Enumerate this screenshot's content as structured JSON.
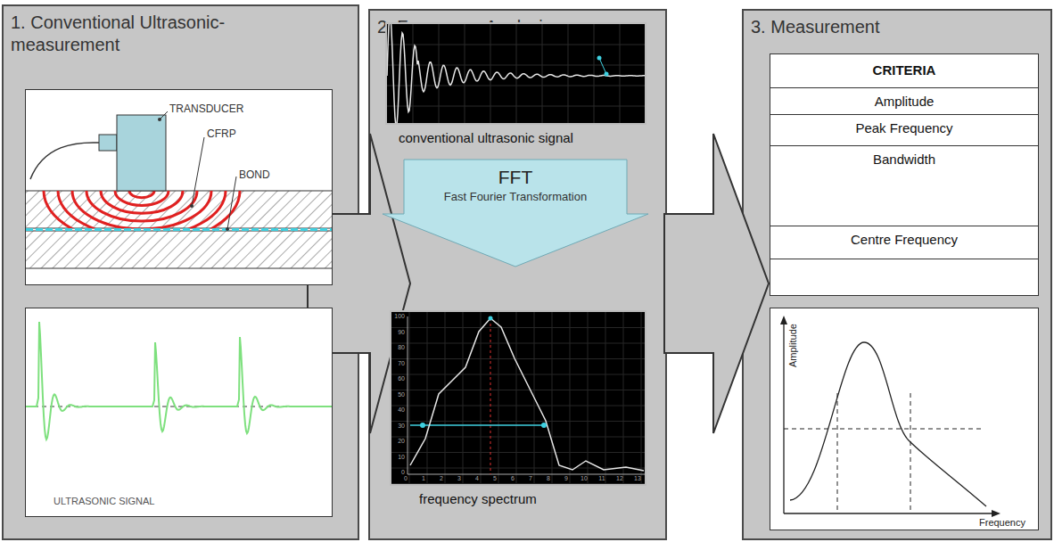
{
  "diagram": {
    "nodes": [
      {
        "text": [
          "1. Conventional Ultrasonic-measurement"
        ]
      },
      {
        "text": [
          "2. Frequency Analysis"
        ]
      },
      {
        "text": [
          "3. Measurement"
        ]
      },
      {
        "text": [
          "FFT",
          "Fast Fourier Transformation"
        ],
        "in": 1
      },
      {
        "text": [
          "CRITERIA",
          "Amplitude",
          "Peak Frequency",
          "Bandwidth",
          "Centre Frequency"
        ],
        "in": 2
      }
    ],
    "edges": [
      {
        "from": 0,
        "to": 1,
        "arrow": "to"
      },
      {
        "from": 1,
        "to": 2,
        "arrow": "to"
      }
    ],
    "labels": [
      "TRANSDUCER",
      "CFRP",
      "BOND",
      "ULTRASONIC SIGNAL",
      "conventional ultrasonic signal",
      "frequency spectrum",
      "Amplitude",
      "Frequency",
      "100",
      "90",
      "80",
      "70",
      "60",
      "50",
      "40",
      "30",
      "20",
      "10",
      "0",
      "0",
      "1",
      "2",
      "3",
      "4",
      "5",
      "6",
      "7",
      "8",
      "9",
      "10",
      "11",
      "12",
      "13"
    ]
  }
}
